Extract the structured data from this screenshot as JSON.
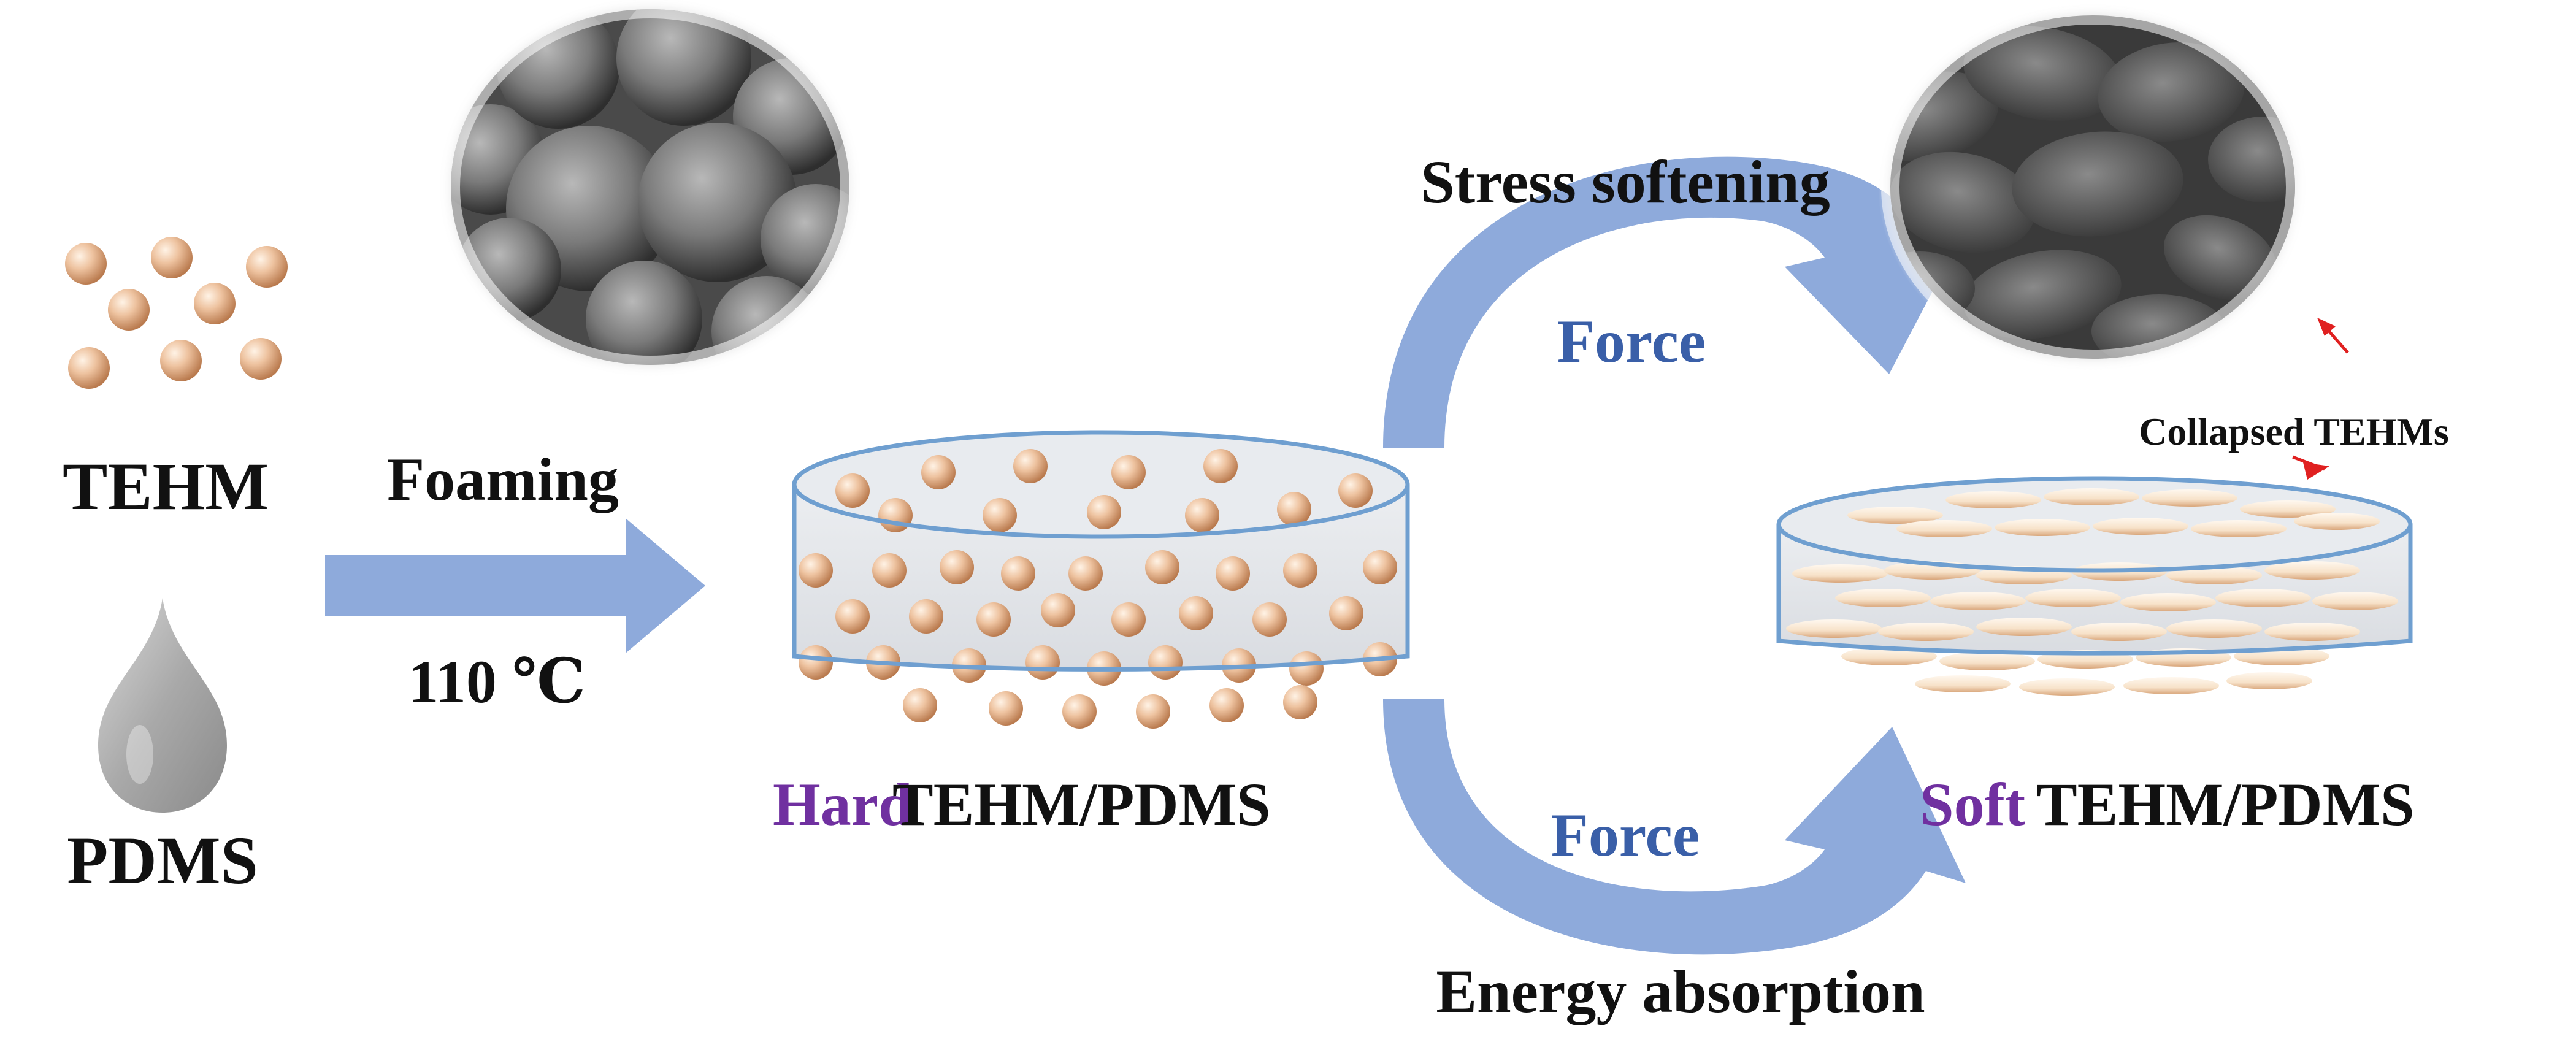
{
  "labels": {
    "tehm": "TEHM",
    "pdms": "PDMS",
    "foaming": "Foaming",
    "temperature": "110 ℃",
    "hard_word": "Hard",
    "hard_material": "TEHM/PDMS",
    "soft_word": "Soft",
    "soft_material": "TEHM/PDMS",
    "stress_softening": "Stress softening",
    "energy_absorption": "Energy absorption",
    "force_top": "Force",
    "force_bottom": "Force",
    "collapsed": "Collapsed TEHMs"
  },
  "colors": {
    "text": "#111111",
    "accent_purple": "#7030a0",
    "force_blue": "#3a5fa8",
    "arrow_blue": "#8eaadb",
    "sphere_peach": "#e8b996",
    "sphere_peach_dark": "#c98a5e",
    "annotation_red": "#e02020",
    "container_fill": "#e4e6ea",
    "container_stroke": "#6f9fd0"
  }
}
